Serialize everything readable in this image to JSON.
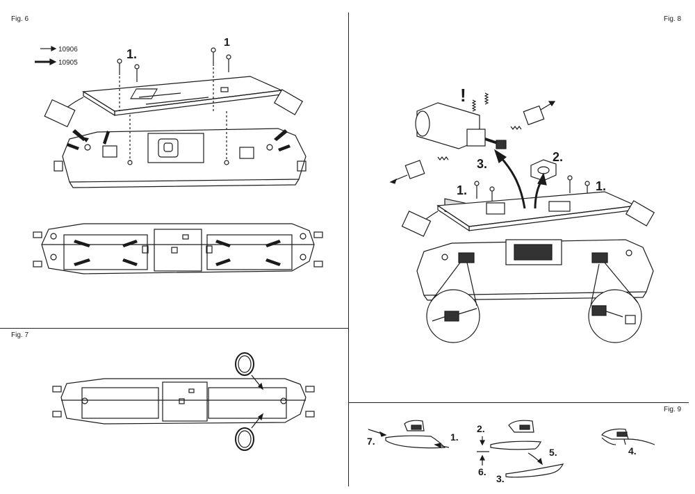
{
  "figures": {
    "fig6": {
      "label": "Fig. 6",
      "legend": [
        {
          "code": "10906"
        },
        {
          "code": "10905"
        }
      ],
      "step_labels": [
        "1.",
        "1"
      ]
    },
    "fig7": {
      "label": "Fig. 7"
    },
    "fig8": {
      "label": "Fig. 8",
      "warning": "!",
      "step_labels": [
        "1.",
        "1.",
        "2.",
        "3."
      ]
    },
    "fig9": {
      "label": "Fig. 9",
      "step_labels": [
        "7.",
        "1.",
        "2.",
        "5.",
        "6.",
        "3.",
        "4."
      ]
    }
  },
  "icons": [
    "screw-icon",
    "arrow-icon",
    "magnifier-circle-icon",
    "traction-tire-icon",
    "motor-icon",
    "spring-icon"
  ]
}
